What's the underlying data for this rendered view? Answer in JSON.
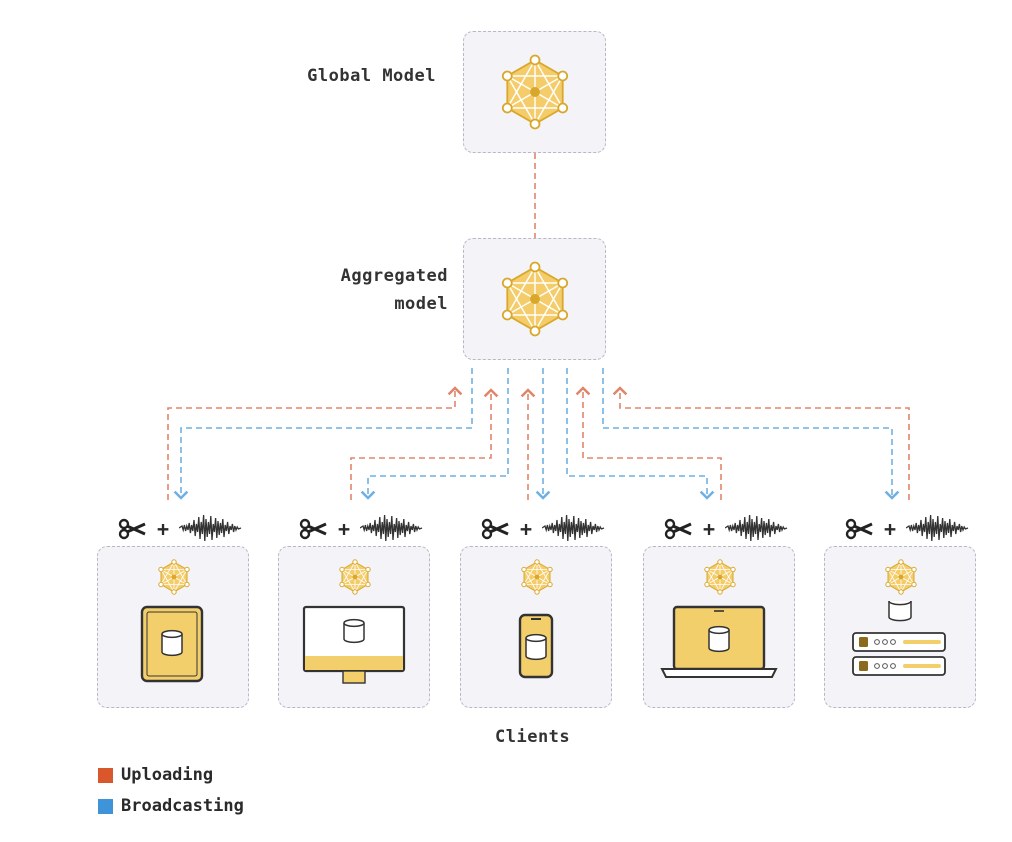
{
  "global": {
    "label": "Global Model"
  },
  "aggregated": {
    "label_line1": "Aggregated",
    "label_line2": "model"
  },
  "clients_label": "Clients",
  "operators": {
    "plus": "+"
  },
  "clients": [
    {
      "device": "tablet-icon"
    },
    {
      "device": "desktop-monitor-icon"
    },
    {
      "device": "phone-icon"
    },
    {
      "device": "laptop-icon"
    },
    {
      "device": "server-rack-icon"
    }
  ],
  "legend": [
    {
      "label": "Uploading",
      "color": "#d9572b"
    },
    {
      "label": "Broadcasting",
      "color": "#3f94d9"
    }
  ],
  "colors": {
    "upload_line": "#e0866a",
    "broadcast_line": "#6fb0e3",
    "network_fill": "#f5cc6a",
    "network_stroke": "#d9a72a",
    "device_fill": "#f3cf6c",
    "box_bg": "#f4f3f8"
  }
}
